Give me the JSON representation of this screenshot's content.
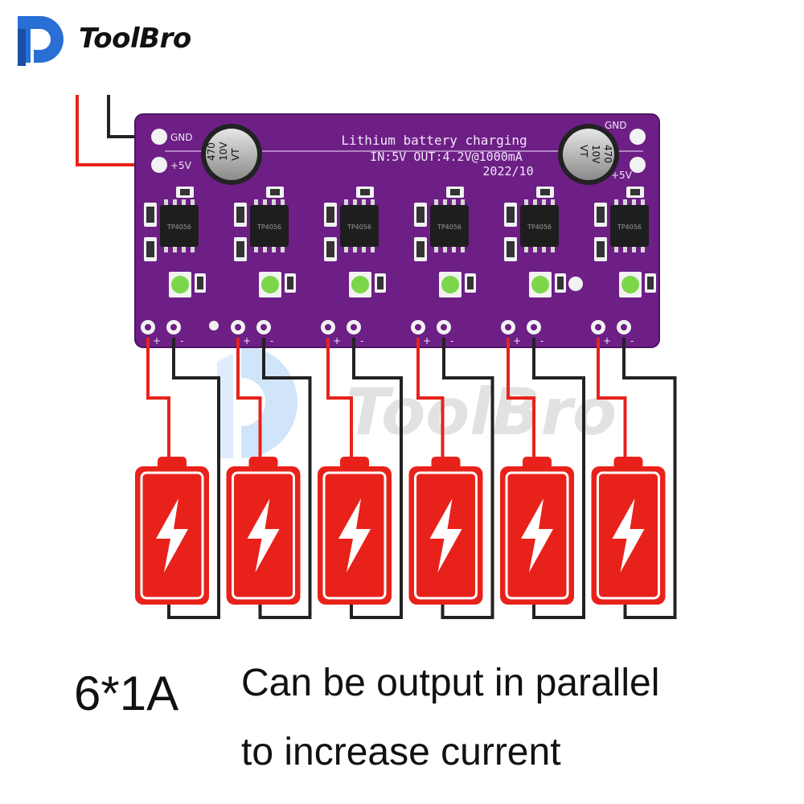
{
  "brand": {
    "name": "ToolBro",
    "watermark": "ToolBro",
    "accent": "#2a6fd6"
  },
  "board": {
    "title": "Lithium battery charging",
    "spec": "IN:5V OUT:4.2V@1000mA",
    "date": "2022/10",
    "gnd_label": "GND",
    "vcc_label": "+5V",
    "capacitor_text": [
      "470",
      "10V",
      "VT"
    ],
    "chip_text": "TP4056",
    "terminal_plus": "+",
    "terminal_minus": "-",
    "color": "#6d1f86",
    "channels": 6
  },
  "wires": {
    "positive": "#e8221b",
    "negative": "#222222"
  },
  "batteries": {
    "count": 6,
    "color": "#e8221b"
  },
  "caption": {
    "rating": "6*1A",
    "line1": "Can be output in parallel",
    "line2": "to increase current"
  }
}
